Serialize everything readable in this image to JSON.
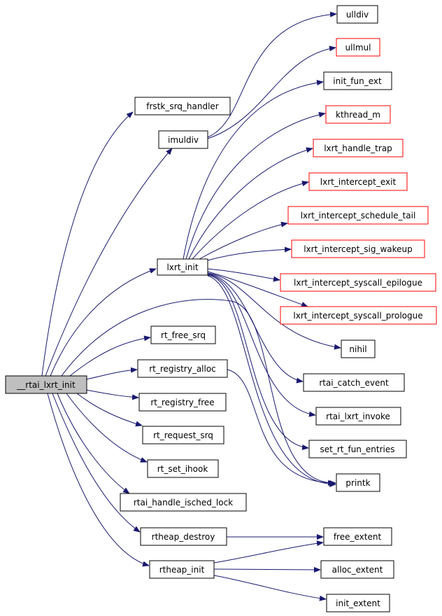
{
  "diagram": {
    "type": "call-graph",
    "edge_color": "#191970",
    "node_fill": "#ffffff",
    "root_fill": "#bfbfbf",
    "undocumented_border_color": "#ff0000",
    "nodes": {
      "root": "__rtai_lxrt_init",
      "frstk": "frstk_srq_handler",
      "imuldiv": "imuldiv",
      "ulldiv": "ulldiv",
      "ullmul": "ullmul",
      "initfun": "init_fun_ext",
      "kthread": "kthread_m",
      "trap": "lxrt_handle_trap",
      "iexit": "lxrt_intercept_exit",
      "isched": "lxrt_intercept_schedule_tail",
      "isig": "lxrt_intercept_sig_wakeup",
      "iepi": "lxrt_intercept_syscall_epilogue",
      "ipro": "lxrt_intercept_syscall_prologue",
      "lxrtinit": "lxrt_init",
      "nihil": "nihil",
      "catch": "rtai_catch_event",
      "invoke": "rtai_lxrt_invoke",
      "setrt": "set_rt_fun_entries",
      "printk": "printk",
      "freesrq": "rt_free_srq",
      "regalloc": "rt_registry_alloc",
      "regfree": "rt_registry_free",
      "reqsrq": "rt_request_srq",
      "ihook": "rt_set_ihook",
      "ischedlock": "rtai_handle_isched_lock",
      "hdestroy": "rtheap_destroy",
      "hinit": "rtheap_init",
      "freeext": "free_extent",
      "allocext": "alloc_extent",
      "initext": "init_extent"
    }
  }
}
